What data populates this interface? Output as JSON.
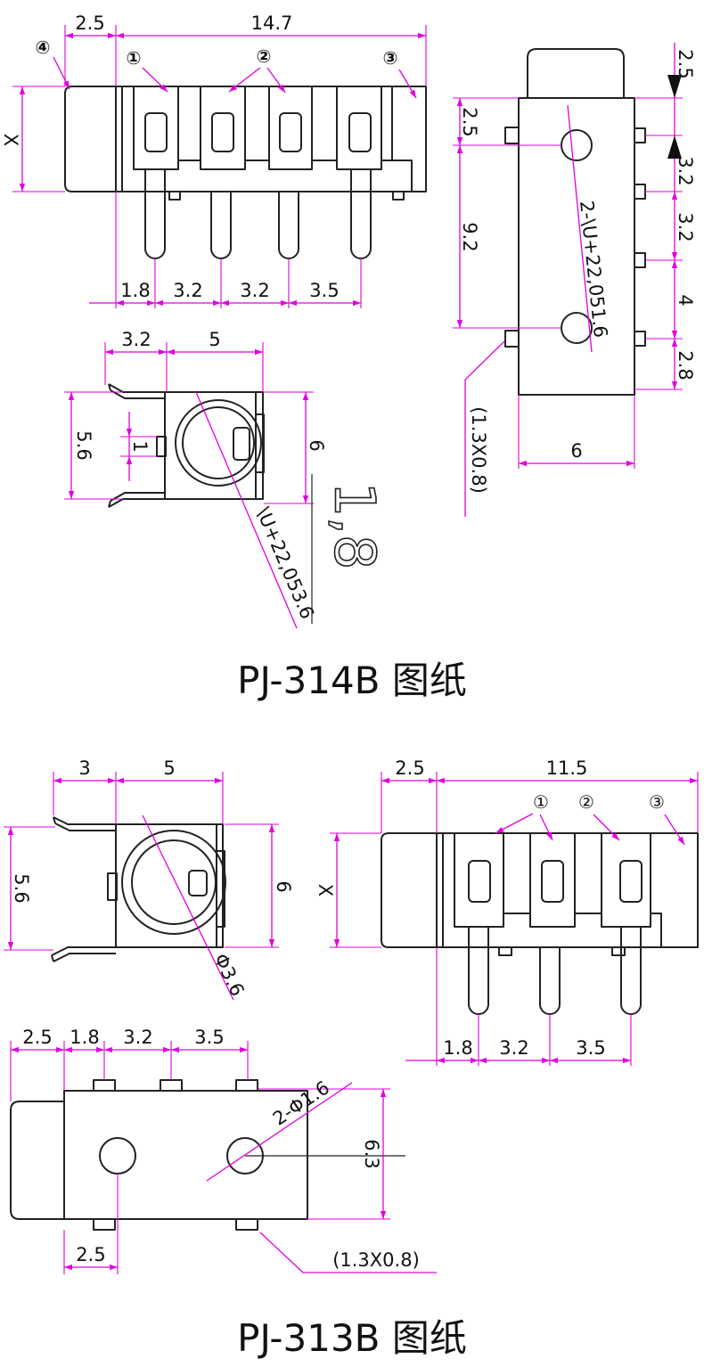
{
  "colors": {
    "dimension": "#e000e0",
    "outline": "#222222",
    "background": "#ffffff"
  },
  "pj314b": {
    "title": "PJ-314B 图纸",
    "front": {
      "dim_flange": "2.5",
      "dim_length": "14.7",
      "callout_4": "④",
      "callout_1": "①",
      "callout_2": "②",
      "callout_3": "③",
      "dim_height": "X",
      "dim_pitch": [
        "1.8",
        "3.2",
        "3.2",
        "3.5"
      ]
    },
    "side": {
      "dim_left": [
        "2.5",
        "9.2"
      ],
      "dim_right": [
        "2.5",
        "3.2",
        "3.2",
        "4",
        "2.8"
      ],
      "dim_width": "6",
      "hole_note": "2-\\U+22,051.6",
      "pad_note": "(1.3X0.8)"
    },
    "end": {
      "dim_top": [
        "3.2",
        "5"
      ],
      "dim_left": "5.6",
      "dim_slot": "1",
      "dim_right": "6",
      "bore_note": "\\U+22,053.6",
      "side_note": "1,8"
    }
  },
  "pj313b": {
    "title": "PJ-313B 图纸",
    "end": {
      "dim_top": [
        "3",
        "5"
      ],
      "dim_left": "5.6",
      "dim_right": "6",
      "bore_note": "Φ3.6"
    },
    "front": {
      "dim_flange": "2.5",
      "dim_length": "11.5",
      "callout_1": "①",
      "callout_2": "②",
      "callout_3": "③",
      "dim_height": "X",
      "dim_pitch": [
        "1.8",
        "3.2",
        "3.5"
      ]
    },
    "bottom": {
      "dim_top": [
        "2.5",
        "1.8",
        "3.2",
        "3.5"
      ],
      "dim_right": "6.3",
      "dim_bottom": "2.5",
      "hole_note": "2-Φ1.6",
      "pad_note": "(1.3X0.8)"
    }
  }
}
